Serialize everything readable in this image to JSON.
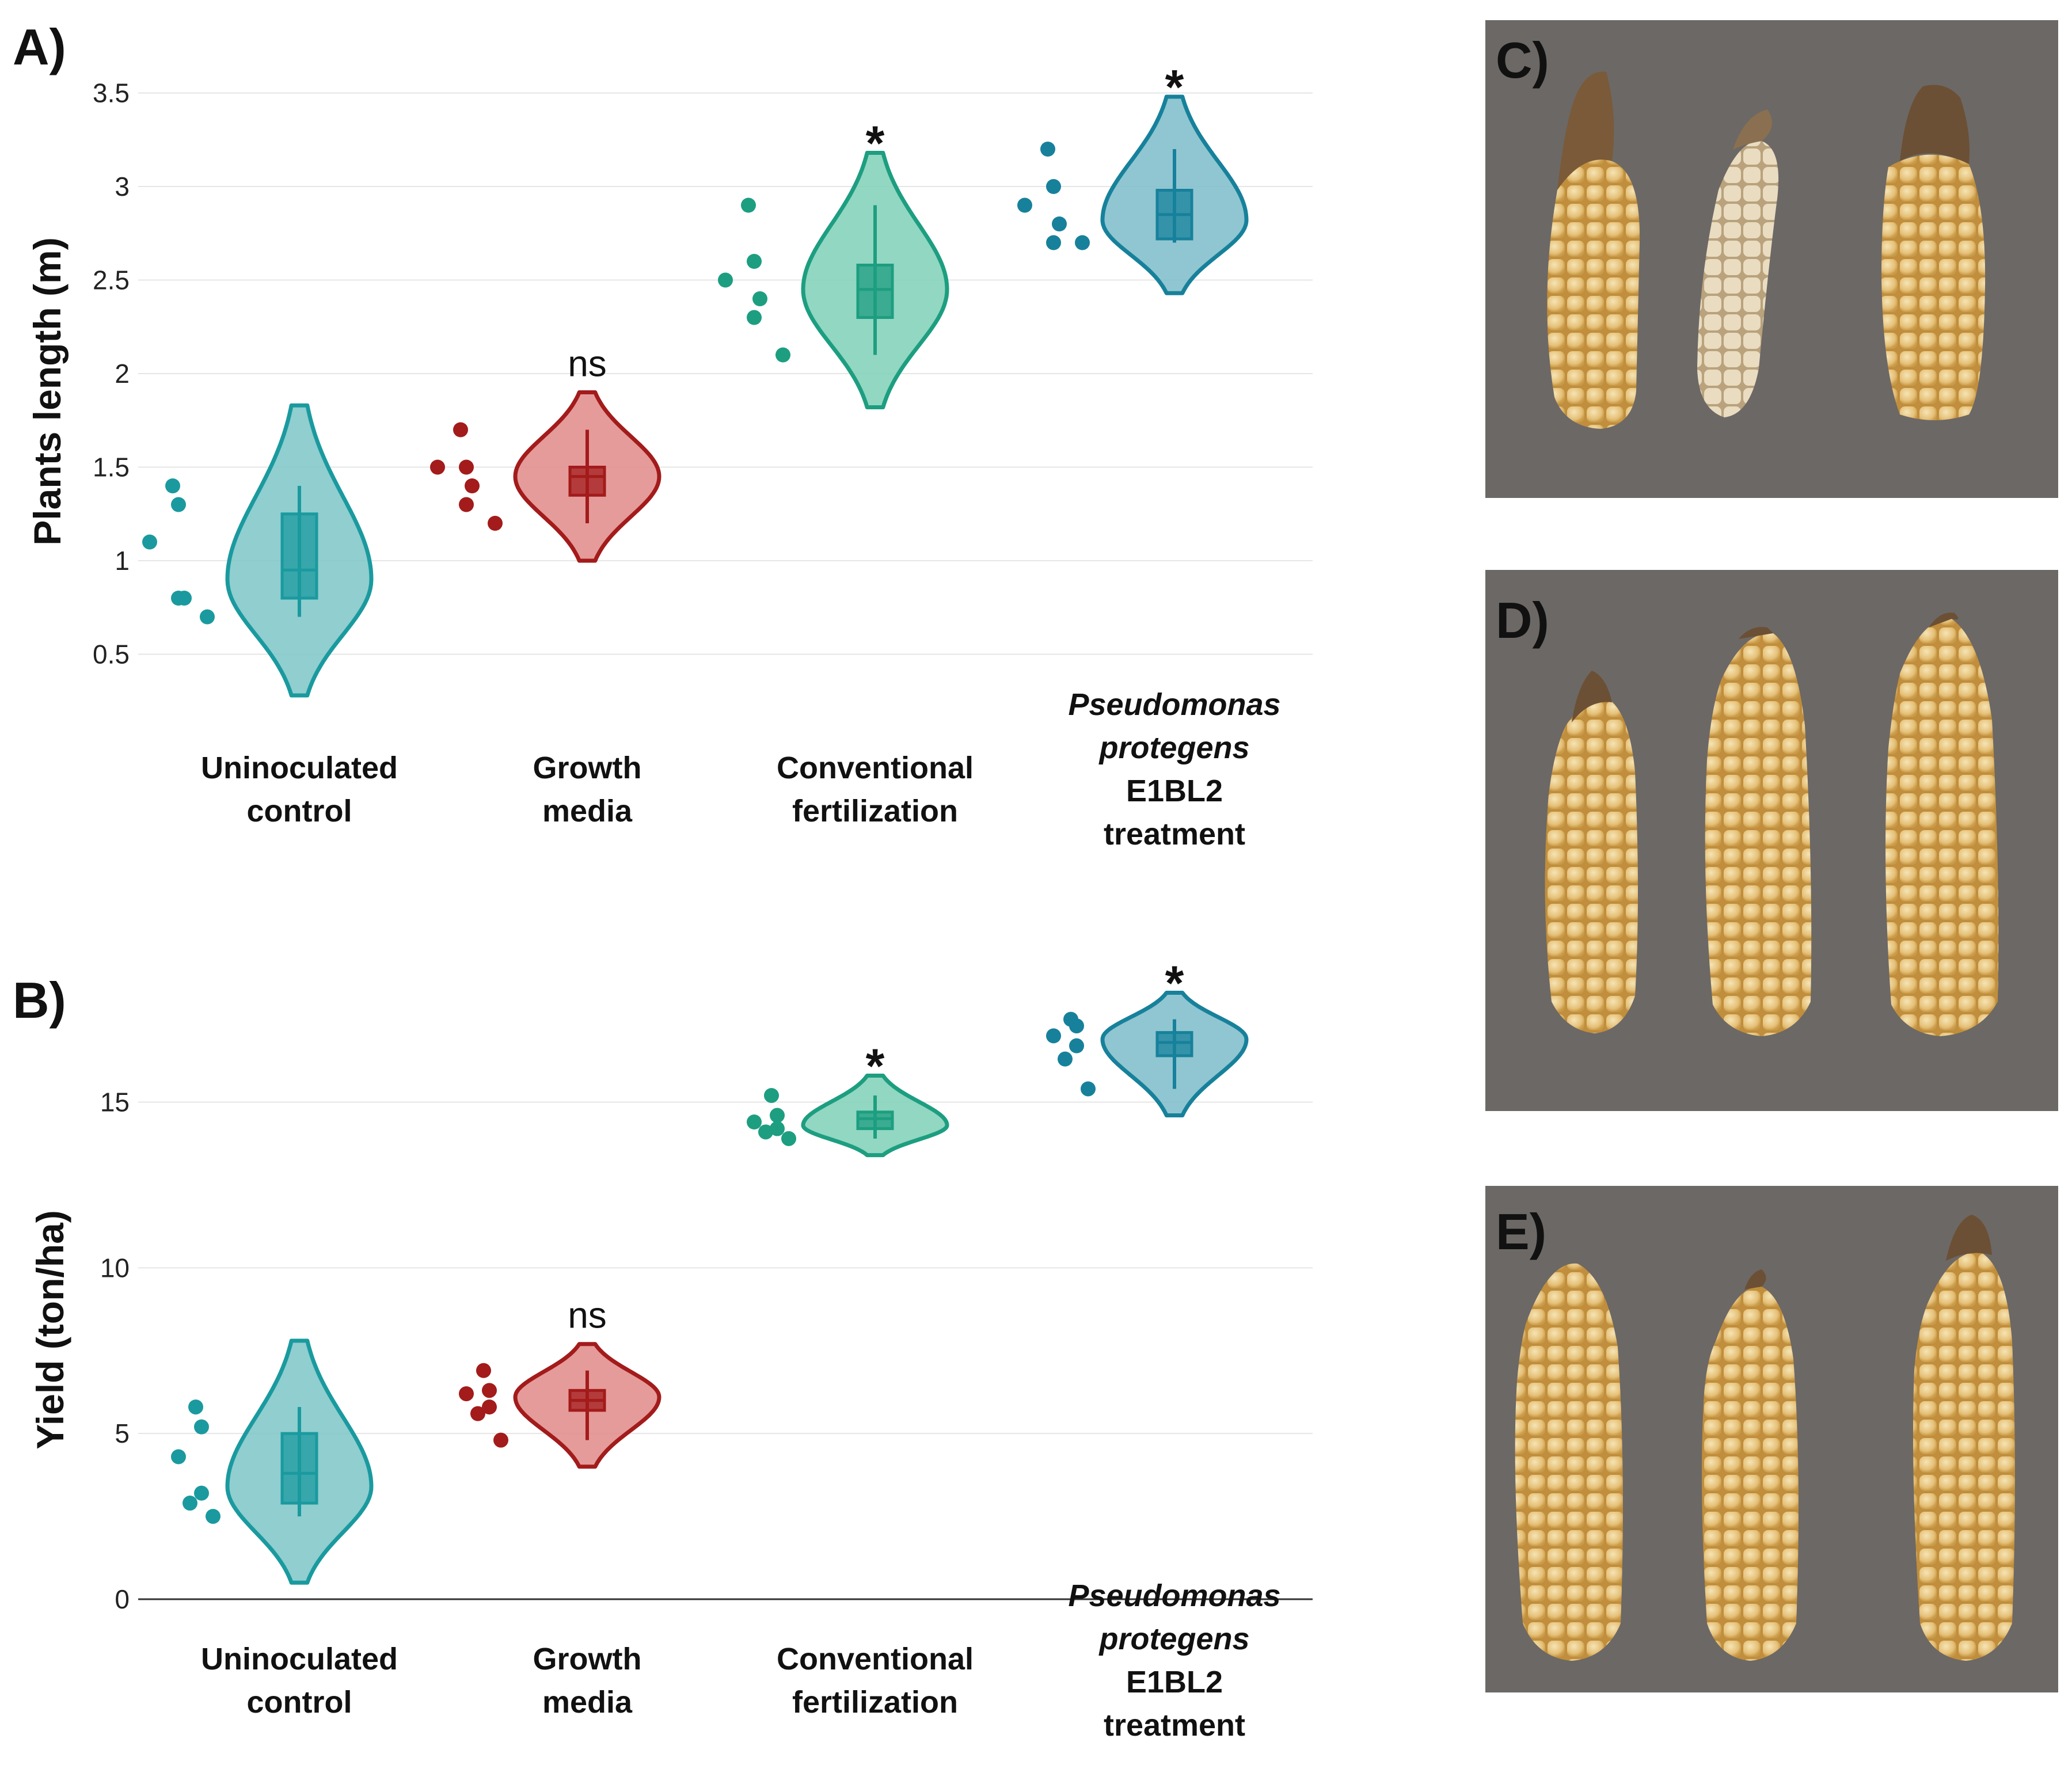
{
  "colors": {
    "teal": "#1a9a9f",
    "teal_fill": "#7cc6c7",
    "red": "#a31b1b",
    "red_fill": "#e08a88",
    "green": "#1d9e80",
    "green_fill": "#7fd0b6",
    "blue": "#17819b",
    "blue_fill": "#7dbcc9",
    "photo_bg": "#6c6865"
  },
  "panels": {
    "a": "A)",
    "b": "B)",
    "c": "C)",
    "d": "D)",
    "e": "E)"
  },
  "categories": [
    {
      "lines": [
        {
          "text": "Uninoculated",
          "italic": false
        },
        {
          "text": "control",
          "italic": false
        }
      ]
    },
    {
      "lines": [
        {
          "text": "Growth",
          "italic": false
        },
        {
          "text": "media",
          "italic": false
        }
      ]
    },
    {
      "lines": [
        {
          "text": "Conventional",
          "italic": false
        },
        {
          "text": "fertilization",
          "italic": false
        }
      ]
    },
    {
      "lines": [
        {
          "text": "Pseudomonas",
          "italic": true
        },
        {
          "text": "protegens",
          "italic": true
        },
        {
          "text": "E1BL2",
          "italic": false
        },
        {
          "text": "treatment",
          "italic": false
        }
      ]
    }
  ],
  "chart_data": [
    {
      "type": "violin",
      "panel": "A)",
      "ylabel": "Plants length (m)",
      "yticks": [
        0.5,
        1,
        1.5,
        2,
        2.5,
        3,
        3.5
      ],
      "ytick_labels": [
        "0.5",
        "1",
        "1.5",
        "2",
        "2.5",
        "3",
        "3.5"
      ],
      "ylim": [
        0.28,
        3.52
      ],
      "grid": true,
      "categories": [
        "Uninoculated control",
        "Growth media",
        "Conventional fertilization",
        "Pseudomonas protegens E1BL2 treatment"
      ],
      "series": [
        {
          "category": "Uninoculated control",
          "color_key": "teal",
          "points": [
            1.4,
            1.3,
            1.1,
            0.8,
            0.8,
            0.7
          ],
          "box": {
            "min": 0.7,
            "q1": 0.8,
            "median": 0.95,
            "q3": 1.25,
            "max": 1.4
          },
          "violin_range": [
            0.28,
            1.83
          ],
          "violin_mode": 0.9,
          "significance": ""
        },
        {
          "category": "Growth media",
          "color_key": "red",
          "points": [
            1.7,
            1.5,
            1.5,
            1.4,
            1.3,
            1.2
          ],
          "box": {
            "min": 1.2,
            "q1": 1.35,
            "median": 1.45,
            "q3": 1.5,
            "max": 1.7
          },
          "violin_range": [
            1.0,
            1.9
          ],
          "violin_mode": 1.45,
          "significance": "ns"
        },
        {
          "category": "Conventional fertilization",
          "color_key": "green",
          "points": [
            2.9,
            2.6,
            2.5,
            2.4,
            2.3,
            2.1
          ],
          "box": {
            "min": 2.1,
            "q1": 2.3,
            "median": 2.45,
            "q3": 2.58,
            "max": 2.9
          },
          "violin_range": [
            1.82,
            3.18
          ],
          "violin_mode": 2.45,
          "significance": "*"
        },
        {
          "category": "Pseudomonas protegens E1BL2 treatment",
          "color_key": "blue",
          "points": [
            3.2,
            3.0,
            2.9,
            2.8,
            2.7,
            2.7
          ],
          "box": {
            "min": 2.7,
            "q1": 2.72,
            "median": 2.85,
            "q3": 2.98,
            "max": 3.2
          },
          "violin_range": [
            2.43,
            3.48
          ],
          "violin_mode": 2.82,
          "significance": "*"
        }
      ]
    },
    {
      "type": "violin",
      "panel": "B)",
      "ylabel": "Yield (ton/ha)",
      "yticks": [
        0,
        5,
        10,
        15
      ],
      "ytick_labels": [
        "0",
        "5",
        "10",
        "15"
      ],
      "ylim": [
        0,
        18.9
      ],
      "grid": true,
      "categories": [
        "Uninoculated control",
        "Growth media",
        "Conventional fertilization",
        "Pseudomonas protegens E1BL2 treatment"
      ],
      "series": [
        {
          "category": "Uninoculated control",
          "color_key": "teal",
          "points": [
            5.8,
            5.2,
            4.3,
            3.2,
            2.9,
            2.5
          ],
          "box": {
            "min": 2.5,
            "q1": 2.9,
            "median": 3.8,
            "q3": 5.0,
            "max": 5.8
          },
          "violin_range": [
            0.5,
            7.8
          ],
          "violin_mode": 3.4,
          "significance": ""
        },
        {
          "category": "Growth media",
          "color_key": "red",
          "points": [
            6.9,
            6.3,
            6.2,
            5.8,
            5.6,
            4.8
          ],
          "box": {
            "min": 4.8,
            "q1": 5.7,
            "median": 6.0,
            "q3": 6.3,
            "max": 6.9
          },
          "violin_range": [
            4.0,
            7.7
          ],
          "violin_mode": 6.1,
          "significance": "ns"
        },
        {
          "category": "Conventional fertilization",
          "color_key": "green",
          "points": [
            15.2,
            14.6,
            14.4,
            14.2,
            14.1,
            13.9
          ],
          "box": {
            "min": 13.9,
            "q1": 14.2,
            "median": 14.5,
            "q3": 14.7,
            "max": 15.2
          },
          "violin_range": [
            13.4,
            15.8
          ],
          "violin_mode": 14.3,
          "significance": "*"
        },
        {
          "category": "Pseudomonas protegens E1BL2 treatment",
          "color_key": "blue",
          "points": [
            17.5,
            17.3,
            17.0,
            16.7,
            16.3,
            15.4
          ],
          "box": {
            "min": 15.4,
            "q1": 16.4,
            "median": 16.8,
            "q3": 17.1,
            "max": 17.5
          },
          "violin_range": [
            14.6,
            18.3
          ],
          "violin_mode": 16.9,
          "significance": "*"
        }
      ]
    }
  ]
}
